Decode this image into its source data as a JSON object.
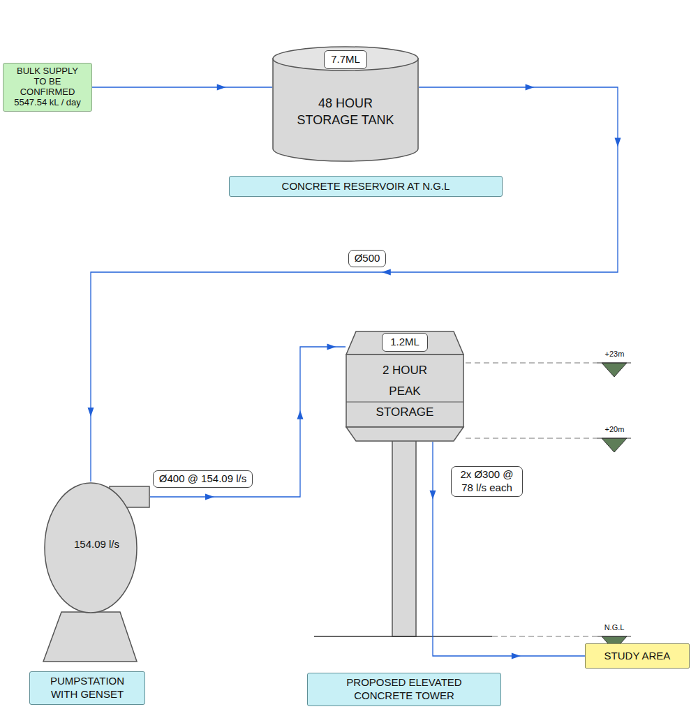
{
  "diagram": {
    "nodes": [
      {
        "text": [
          "BULK SUPPLY TO BE CONFIRMED 5547.54 kL / day"
        ]
      },
      {
        "text": [
          "48 HOUR STORAGE TANK"
        ]
      },
      {
        "text": [
          "7.7ML"
        ],
        "in": 1
      },
      {
        "text": [
          "CONCRETE RESERVOIR AT N.G.L"
        ]
      },
      {
        "text": [
          "154.09 l/s"
        ]
      },
      {
        "text": [
          "PUMPSTATION WITH GENSET"
        ]
      },
      {
        "text": [
          "2 HOUR PEAK STORAGE"
        ]
      },
      {
        "text": [
          "1.2ML"
        ],
        "in": 6
      },
      {
        "text": [
          "PROPOSED ELEVATED CONCRETE TOWER"
        ]
      },
      {
        "text": [
          "STUDY AREA"
        ]
      }
    ],
    "edges": [
      {
        "from": 0,
        "to": 1,
        "arrow": "to"
      },
      {
        "from": 1,
        "to": 4,
        "label": "Ø500",
        "arrow": "to"
      },
      {
        "from": 4,
        "to": 6,
        "label": "Ø400 @ 154.09 l/s",
        "arrow": "to"
      },
      {
        "from": 6,
        "to": 9,
        "label": "2x Ø300 @ 78 l/s each",
        "arrow": "to"
      }
    ],
    "labels": [
      "+23m",
      "+20m",
      "N.G.L"
    ]
  }
}
